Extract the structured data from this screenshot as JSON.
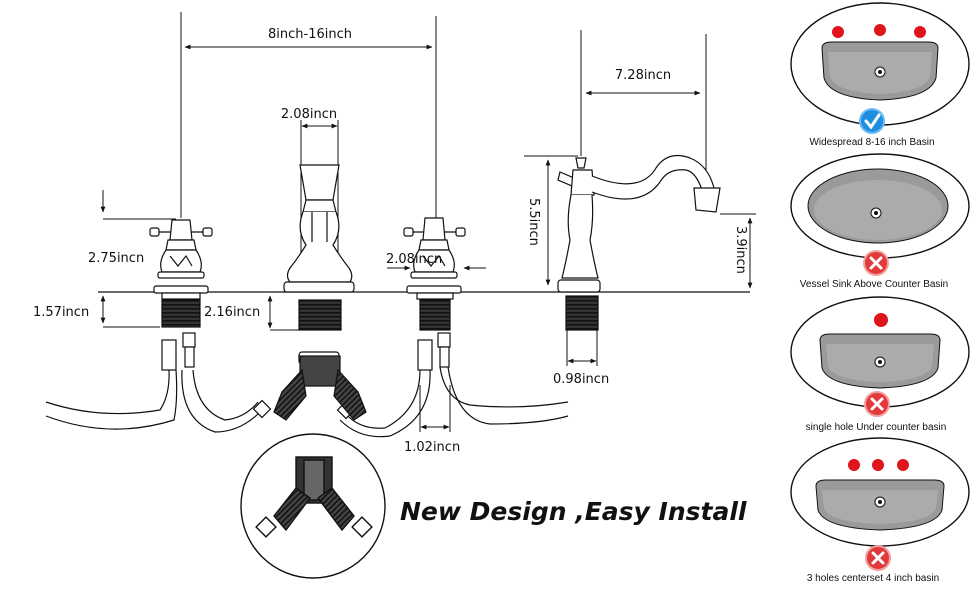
{
  "dimensions": {
    "spread": "8inch-16inch",
    "spout_width": "2.08incn",
    "reach": "7.28incn",
    "handle_height": "2.75incn",
    "handle_width": "2.08incn",
    "spout_height": "5.5incn",
    "spout_clearance": "3.9incn",
    "shank_length": "1.57incn",
    "spout_shank": "2.16incn",
    "shank_diameter": "0.98incn",
    "hose_gap": "1.02incn"
  },
  "tagline": "New Design ,Easy Install",
  "basins": [
    {
      "caption": "Widespread 8-16 inch Basin",
      "holes": 3,
      "status": "ok",
      "mark_icon": "check-icon"
    },
    {
      "caption": "Vessel Sink Above Counter  Basin",
      "holes": 0,
      "status": "no",
      "mark_icon": "cross-icon"
    },
    {
      "caption": "single hole Under counter basin",
      "holes": 1,
      "status": "no",
      "mark_icon": "cross-icon"
    },
    {
      "caption": "3 holes centerset 4 inch basin",
      "holes": 3,
      "status": "no",
      "mark_icon": "cross-icon"
    }
  ],
  "colors": {
    "hole_red": "#e0141b",
    "ok_blue": "#1e8fe0",
    "no_red": "#e23a3a",
    "basin_gray": "#9a9a9a"
  }
}
